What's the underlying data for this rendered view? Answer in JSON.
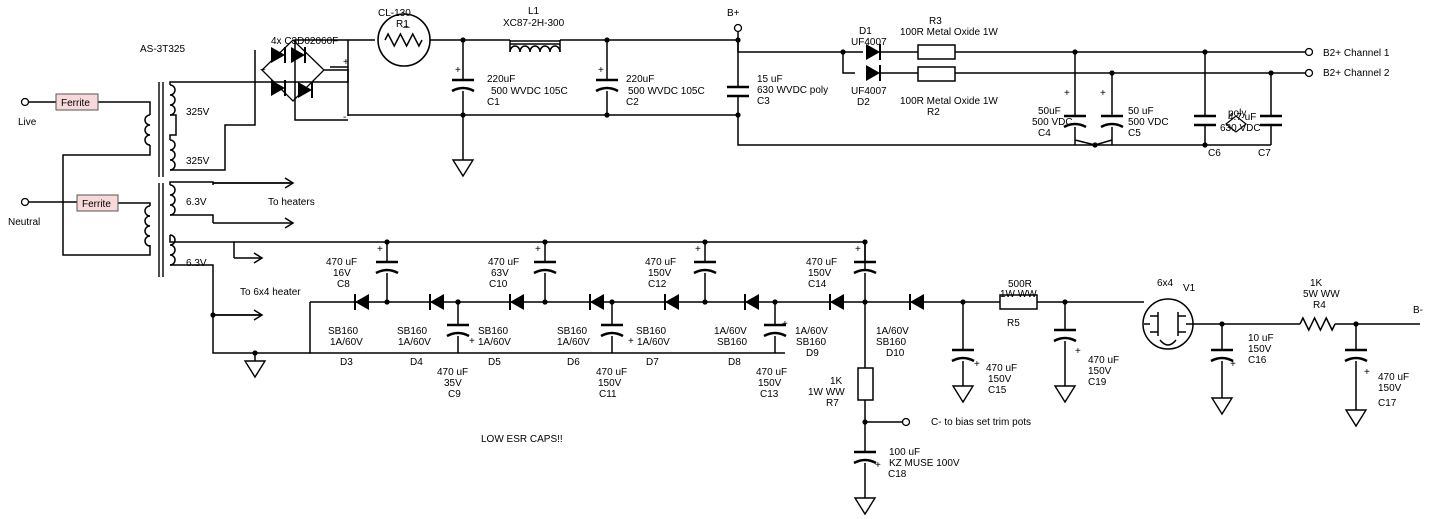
{
  "labels": {
    "transformer": "AS-3T325",
    "live": "Live",
    "neutral": "Neutral",
    "ferrite1": "Ferrite",
    "ferrite2": "Ferrite",
    "v325a": "325V",
    "v325b": "325V",
    "v63a": "6.3V",
    "v63b": "6.3V",
    "to_heaters": "To heaters",
    "to_6x4": "To 6x4 heater",
    "bridge": "4x C3D02060F",
    "plus": "+",
    "minus": "-",
    "r1_type": "CL-130",
    "r1": "R1",
    "l1": "L1",
    "l1_type": "XC87-2H-300",
    "c1_val": "220uF",
    "c1_v": "500 WVDC 105C",
    "c1": "C1",
    "c2_val": "220uF",
    "c2_v": "500 WVDC 105C",
    "c2": "C2",
    "bplus": "B+",
    "c3_val": "15 uF",
    "c3_v": "630 WVDC poly",
    "c3": "C3",
    "d1": "D1",
    "d1_type": "UF4007",
    "d2_type": "UF4007",
    "d2": "D2",
    "r3": "R3",
    "r3_type": "100R Metal Oxide 1W",
    "r2_type": "100R Metal Oxide 1W",
    "r2": "R2",
    "c4_val": "50uF",
    "c4_v": "500 VDC",
    "c4": "C4",
    "c5_val": "50 uF",
    "c5_v": "500 VDC",
    "c5": "C5",
    "c67_val": "4.7 uF",
    "c67_v": "630 VDC",
    "c67_t": "poly",
    "c6": "C6",
    "c7": "C7",
    "b2_ch1": "B2+ Channel 1",
    "b2_ch2": "B2+ Channel 2",
    "c8_val": "470 uF",
    "c8_v": "16V",
    "c8": "C8",
    "c10_val": "470 uF",
    "c10_v": "63V",
    "c10": "C10",
    "c12_val": "470 uF",
    "c12_v": "150V",
    "c12": "C12",
    "c14_val": "470 uF",
    "c14_v": "150V",
    "c14": "C14",
    "c9_val": "470 uF",
    "c9_v": "35V",
    "c9": "C9",
    "c11_val": "470 uF",
    "c11_v": "150V",
    "c11": "C11",
    "c13_val": "470 uF",
    "c13_v": "150V",
    "c13": "C13",
    "d3_t": "SB160",
    "d3_r": "1A/60V",
    "d3": "D3",
    "d4_t": "SB160",
    "d4_r": "1A/60V",
    "d4": "D4",
    "d5_t": "SB160",
    "d5_r": "1A/60V",
    "d5": "D5",
    "d6_t": "SB160",
    "d6_r": "1A/60V",
    "d6": "D6",
    "d7_t": "SB160",
    "d7_r": "1A/60V",
    "d7": "D7",
    "d8_r": "1A/60V",
    "d8_t": "SB160",
    "d8": "D8",
    "d9_r": "1A/60V",
    "d9_t": "SB160",
    "d9": "D9",
    "d10_r": "1A/60V",
    "d10_t": "SB160",
    "d10": "D10",
    "low_esr": "LOW ESR CAPS!!",
    "r7_val": "1K",
    "r7_v": "1W WW",
    "r7": "R7",
    "cminus": "C- to bias set trim pots",
    "c18_val": "100 uF",
    "c18_v": "KZ MUSE 100V",
    "c18": "C18",
    "r5_val": "500R",
    "r5_v": "1W WW",
    "r5": "R5",
    "c15_val": "470 uF",
    "c15_v": "150V",
    "c15": "C15",
    "c19_val": "470 uF",
    "c19_v": "150V",
    "c19": "C19",
    "v1_type": "6x4",
    "v1": "V1",
    "c16_val": "10 uF",
    "c16_v": "150V",
    "c16": "C16",
    "r4_val": "1K",
    "r4_v": "5W WW",
    "r4": "R4",
    "bminus": "B-",
    "c17_val": "470 uF",
    "c17_v": "150V",
    "c17": "C17"
  }
}
